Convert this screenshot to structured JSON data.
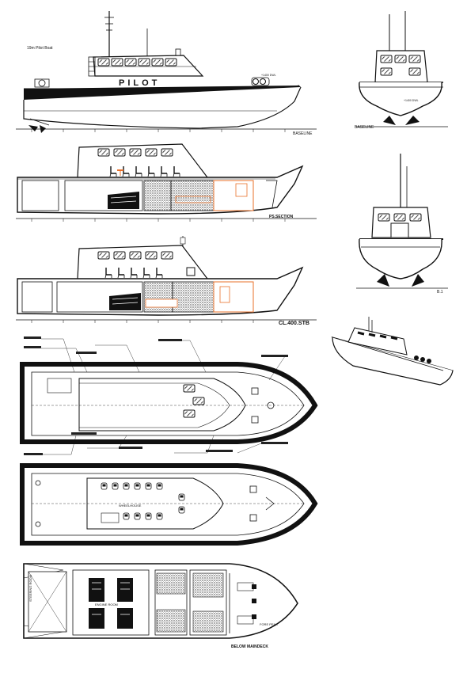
{
  "drawing": {
    "title": "19m Pilot Boat",
    "hull_name": "PILOT",
    "profile_baseline_label": "BASELINE",
    "section_baseline_label": "BASELINE",
    "ps_section_label": "PS.SECTION",
    "cl_section_label": "CL.400.STB",
    "stern_view_label": "B.1",
    "below_maindeck_label": "BELOW MAINDECK",
    "engine_room_label": "ENGINE ROOM",
    "fore_peak_label": "FORE PEAK",
    "steering_room_label": "STEERING ROOM",
    "wheelhouse_label": "WHEELHOUSE",
    "dwl_label": "+1400 DWL",
    "section_dwl_label": "+1400 DWL"
  },
  "palette": {
    "line": "#111111",
    "accent": "#e8702a",
    "fill_dark": "#1a1a1a"
  }
}
